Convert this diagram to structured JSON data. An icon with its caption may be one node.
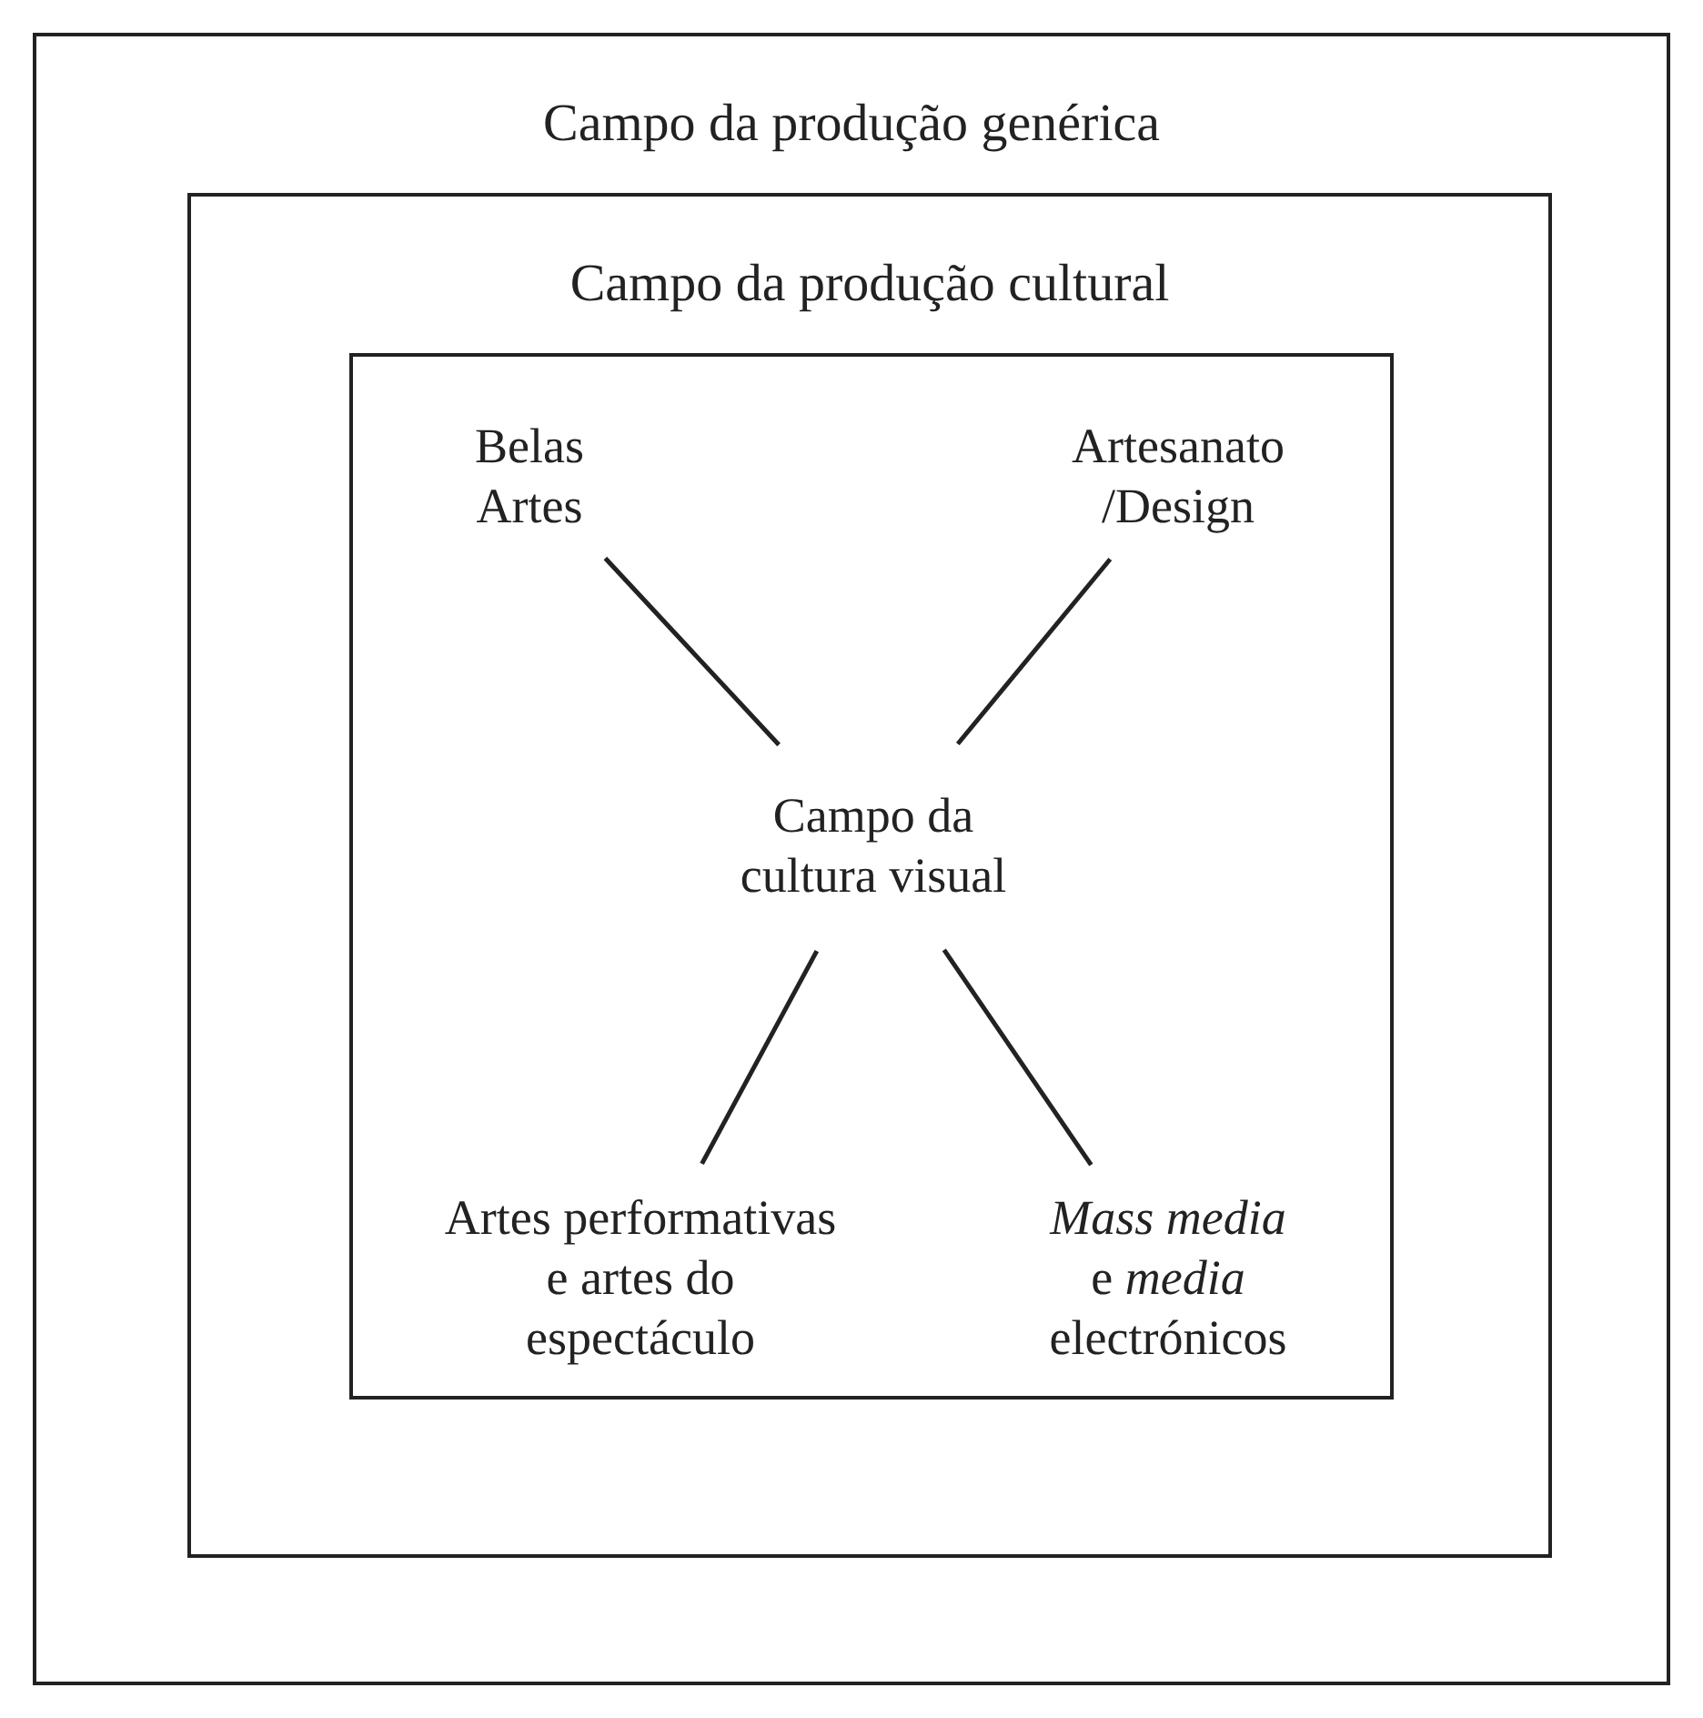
{
  "diagram": {
    "nodes": [
      {
        "text": [
          "Campo da produção genérica"
        ]
      },
      {
        "text": [
          "Campo da produção cultural"
        ],
        "in": 0
      },
      {
        "text": [],
        "shape": "box",
        "in": 1
      },
      {
        "text": [
          "Belas Artes"
        ],
        "in": 2
      },
      {
        "text": [
          "Artesanato /Design"
        ],
        "in": 2
      },
      {
        "text": [
          "Campo da cultura visual"
        ],
        "in": 2
      },
      {
        "text": [
          "Artes performativas e artes do espectáculo"
        ],
        "in": 2
      },
      {
        "text": [
          "*Mass media* e *media* electrónicos"
        ],
        "in": 2
      }
    ],
    "edges": [
      {
        "from": 5,
        "to": 3,
        "arrow": "none"
      },
      {
        "from": 5,
        "to": 4,
        "arrow": "none"
      },
      {
        "from": 5,
        "to": 6,
        "arrow": "none"
      },
      {
        "from": 5,
        "to": 7,
        "arrow": "none"
      }
    ]
  }
}
